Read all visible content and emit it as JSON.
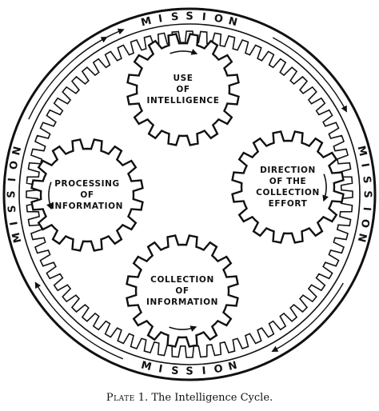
{
  "mission_label": "MISSION",
  "gears": [
    {
      "id": "use",
      "lines": [
        "USE",
        "OF",
        "INTELLIGENCE"
      ]
    },
    {
      "id": "direction",
      "lines": [
        "DIRECTION",
        "OF THE",
        "COLLECTION",
        "EFFORT"
      ]
    },
    {
      "id": "collection",
      "lines": [
        "COLLECTION",
        "OF",
        "INFORMATION"
      ]
    },
    {
      "id": "processing",
      "lines": [
        "PROCESSING",
        "OF",
        "INFORMATION"
      ]
    }
  ],
  "caption": {
    "plate": "Plate",
    "rest": " 1. The Intelligence Cycle."
  }
}
